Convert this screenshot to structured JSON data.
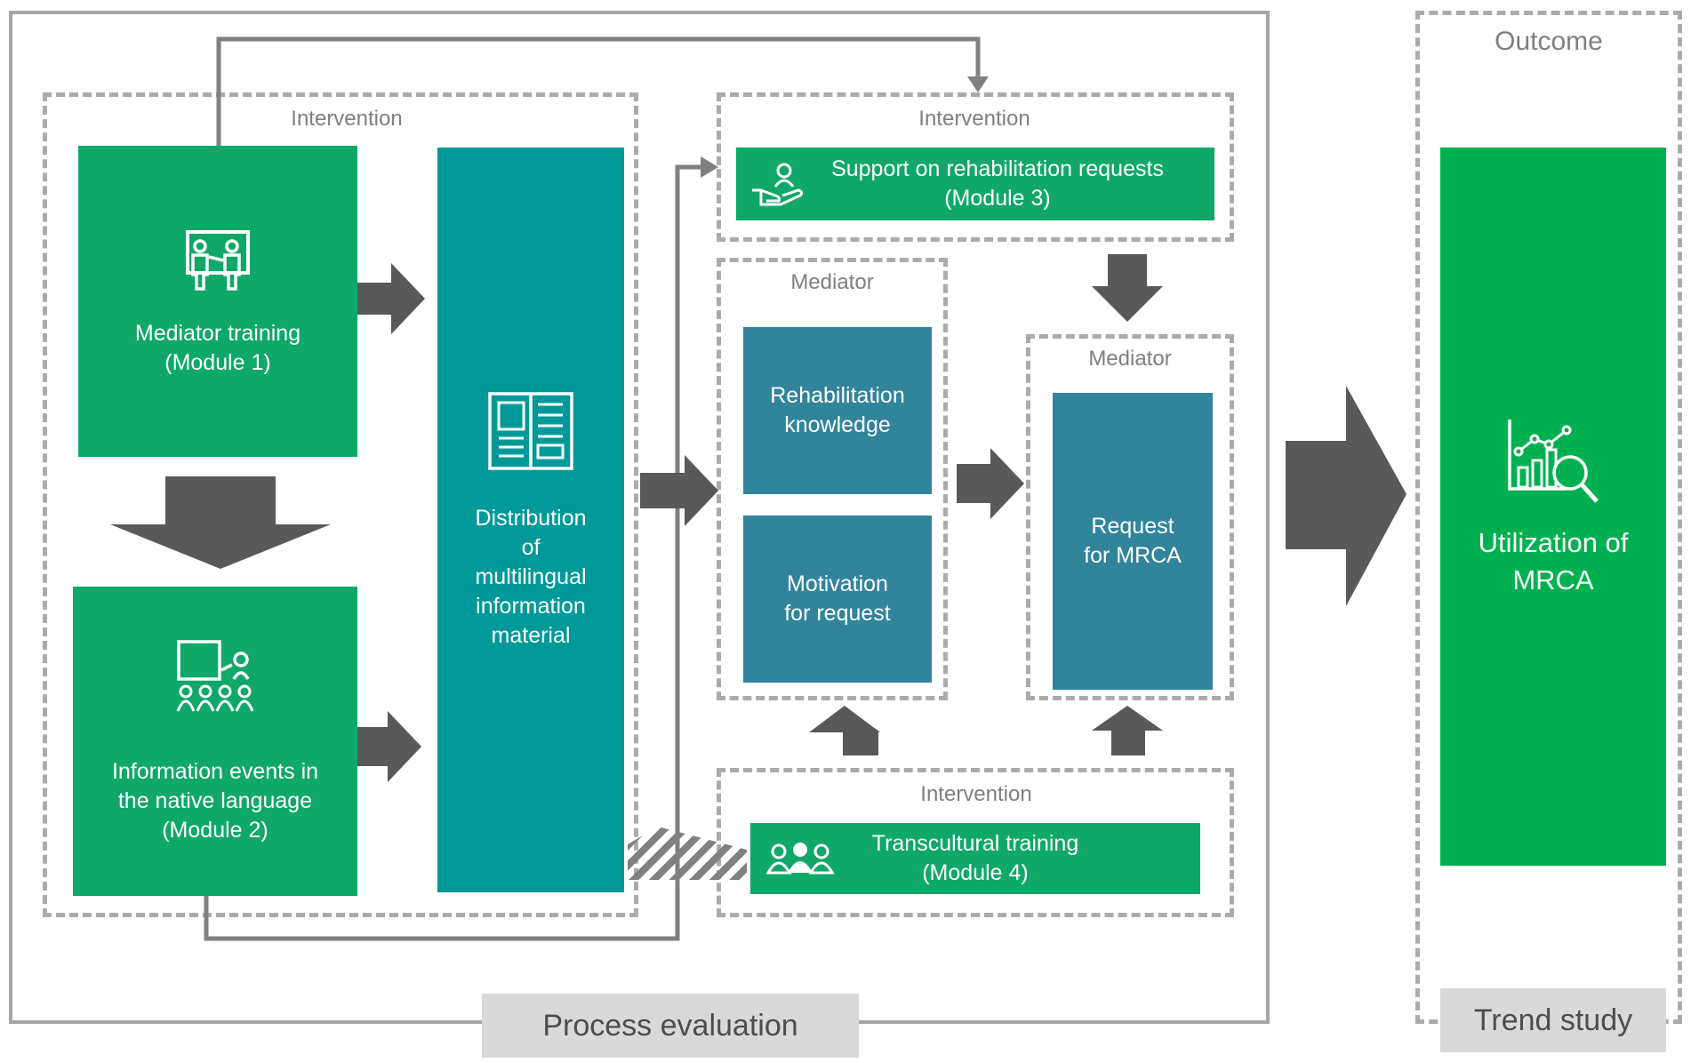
{
  "groups": {
    "intervention_left": "Intervention",
    "intervention_top": "Intervention",
    "mediator_left": "Mediator",
    "mediator_right": "Mediator",
    "intervention_bottom": "Intervention",
    "outcome": "Outcome"
  },
  "boxes": {
    "module1": "Mediator training\n(Module 1)",
    "module2": "Information events in\nthe native language\n(Module 2)",
    "distribution": "Distribution\nof\nmultilingual\ninformation\nmaterial",
    "module3": "Support on rehabilitation requests\n(Module 3)",
    "rehab_knowledge": "Rehabilitation\nknowledge",
    "motivation": "Motivation\nfor request",
    "request": "Request\nfor MRCA",
    "module4": "Transcultural training\n(Module 4)",
    "utilization": "Utilization of\nMRCA"
  },
  "footer": {
    "process_evaluation": "Process evaluation",
    "trend_study": "Trend study"
  },
  "icons": {
    "module1": "presenter-icon",
    "module2": "audience-icon",
    "distribution": "brochure-icon",
    "module3": "hand-person-icon",
    "module4": "group-people-icon",
    "utilization": "chart-magnifier-icon"
  },
  "colors": {
    "green": "#0FA869",
    "outcome_green": "#00B050",
    "teal": "#009999",
    "blue": "#31849B",
    "arrow": "#595959",
    "dashed": "#ABABAB",
    "frame": "#A6A6A6",
    "label_bg": "#D9D9D9"
  }
}
